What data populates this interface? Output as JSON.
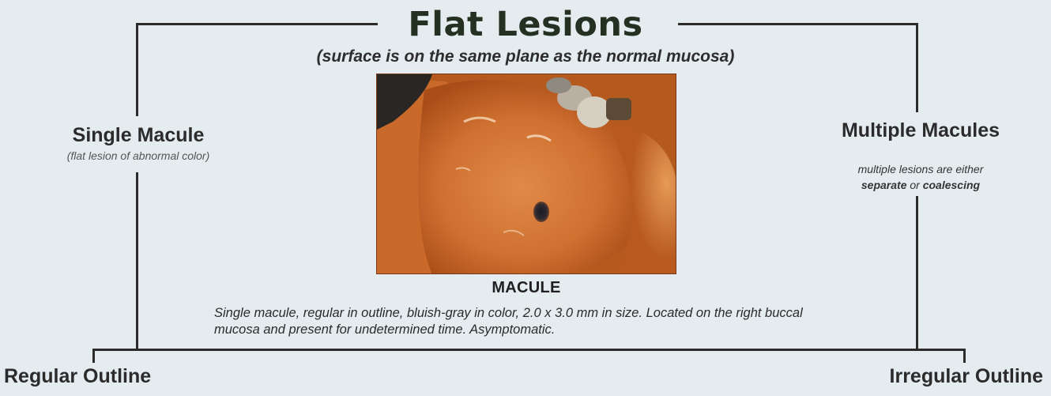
{
  "title": "Flat Lesions",
  "subtitle": "(surface is on the same plane as the normal mucosa)",
  "left": {
    "heading": "Single Macule",
    "subheading": "(flat lesion of abnormal color)"
  },
  "right": {
    "heading": "Multiple Macules",
    "note_line1": "multiple lesions are either",
    "note_word_separate": "separate",
    "note_word_or": " or ",
    "note_word_coalescing": "coalescing"
  },
  "photo": {
    "label": "MACULE",
    "description": "Single macule, regular in outline, bluish-gray in color, 2.0 x 3.0 mm in size. Located on the right buccal mucosa and present for undetermined time. Asymptomatic."
  },
  "bottom": {
    "left_label": "Regular Outline",
    "right_label": "Irregular Outline"
  },
  "colors": {
    "background": "#e4ecef",
    "title": "#243022",
    "lines": "#2b2b2b",
    "mucosa": "#d27a3a"
  }
}
